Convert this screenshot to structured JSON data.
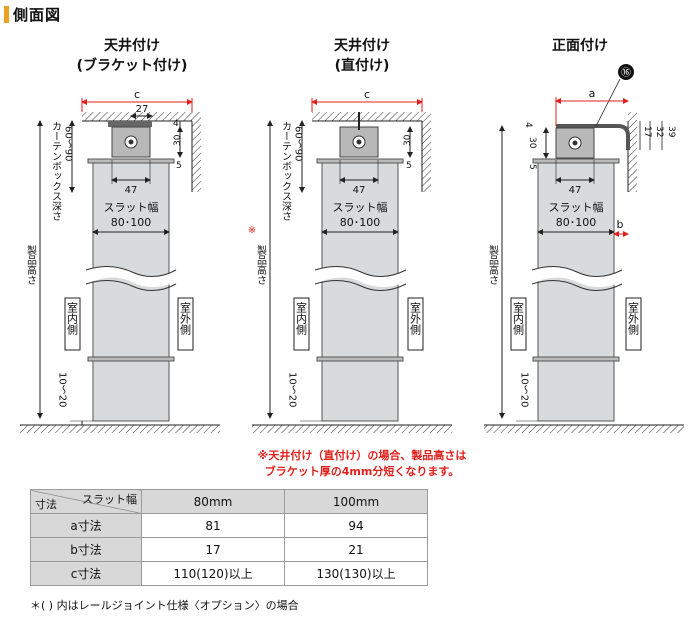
{
  "header": {
    "title": "側面図"
  },
  "diagrams": [
    {
      "title_line1": "天井付け",
      "title_line2": "(ブラケット付け)"
    },
    {
      "title_line1": "天井付け",
      "title_line2": "(直付け)"
    },
    {
      "title_line1": "正面付け",
      "title_line2": ""
    }
  ],
  "labels": {
    "c": "c",
    "a": "a",
    "b": "b",
    "d27": "27",
    "d4": "4",
    "d30": "30",
    "d5": "5",
    "d47": "47",
    "d17": "17",
    "d32": "32",
    "d39": "39",
    "slat_width": "スラット幅",
    "slat_range": "80･100",
    "box_depth": "カーテンボックス深さ",
    "box_range": "60～90",
    "product_height": "製品高さ",
    "note_mark": "※",
    "gap": "10～20",
    "indoor": "室内側",
    "outdoor": "室外側",
    "part_no": "⑯"
  },
  "note": {
    "line1": "※天井付け（直付け）の場合、製品高さは",
    "line2": "ブラケット厚の4mm分短くなります。"
  },
  "table": {
    "corner_top": "スラット幅",
    "corner_bottom": "寸法",
    "columns": [
      "80mm",
      "100mm"
    ],
    "rows": [
      {
        "label": "a寸法",
        "values": [
          "81",
          "94"
        ]
      },
      {
        "label": "b寸法",
        "values": [
          "17",
          "21"
        ]
      },
      {
        "label": "c寸法",
        "values": [
          "110(120)以上",
          "130(130)以上"
        ]
      }
    ]
  },
  "footnote": "＊(  ) 内はレールジョイント仕様〈オプション〉の場合",
  "colors": {
    "accent": "#f0a020",
    "dimension": "#e0201c",
    "blind": "#d9dadc",
    "note": "#e0201c"
  }
}
